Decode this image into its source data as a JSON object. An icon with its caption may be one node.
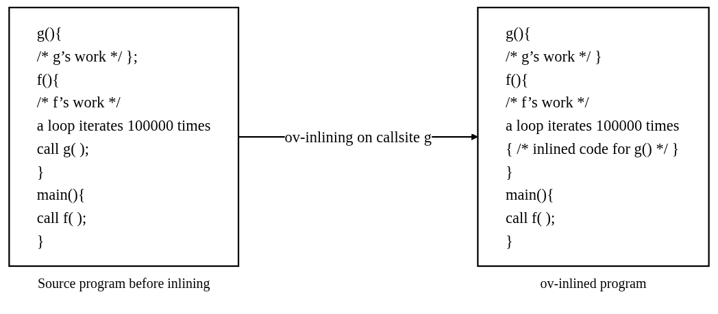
{
  "diagram": {
    "nodes": [
      {
        "text": [
          "g(){",
          "/* g’s work */ };",
          "f(){",
          "/* f’s work */",
          "a loop iterates 100000 times",
          "call g( );",
          "}",
          "main(){",
          "call f( );",
          "}"
        ],
        "beside": [
          "Source program before inlining"
        ]
      },
      {
        "text": [
          "g(){",
          "/* g’s work */ }",
          "f(){",
          "/* f’s work */",
          "a loop iterates 100000 times",
          "{ /* inlined code for g() */ }",
          "}",
          "main(){",
          "call f( );",
          "}"
        ],
        "beside": [
          "ov-inlined program"
        ]
      }
    ],
    "edges": [
      {
        "from": 0,
        "to": 1,
        "arrow": "to",
        "label": "ov-inlining on callsite g"
      }
    ]
  }
}
